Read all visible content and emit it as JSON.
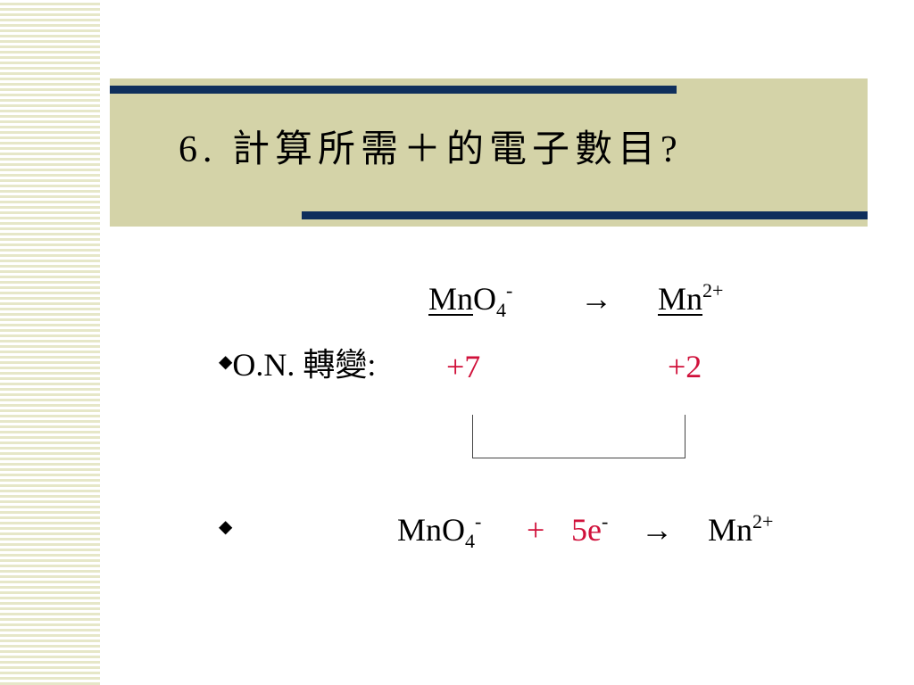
{
  "slide": {
    "title": "6.  計算所需＋的電子數目?"
  },
  "on_change": {
    "bullet": "◆",
    "label": "O.N. 轉變:",
    "reactant_main": "Mn",
    "reactant_rest": "O",
    "reactant_sub": "4",
    "reactant_sup": "-",
    "arrow": "→",
    "product": "Mn",
    "product_sup": "2+",
    "on_reactant": "+7",
    "on_product": "+2"
  },
  "half_reaction": {
    "bullet": "◆",
    "reactant": "MnO",
    "reactant_sub": "4",
    "reactant_sup": "-",
    "plus": "+",
    "electron": "5e",
    "electron_sup": "-",
    "arrow": "→",
    "product": "Mn",
    "product_sup": "2+"
  },
  "colors": {
    "title_band": "#d4d3a8",
    "rules": "#0f2f5c",
    "stripes": "#e6e7c8",
    "highlight": "#d0103a"
  }
}
